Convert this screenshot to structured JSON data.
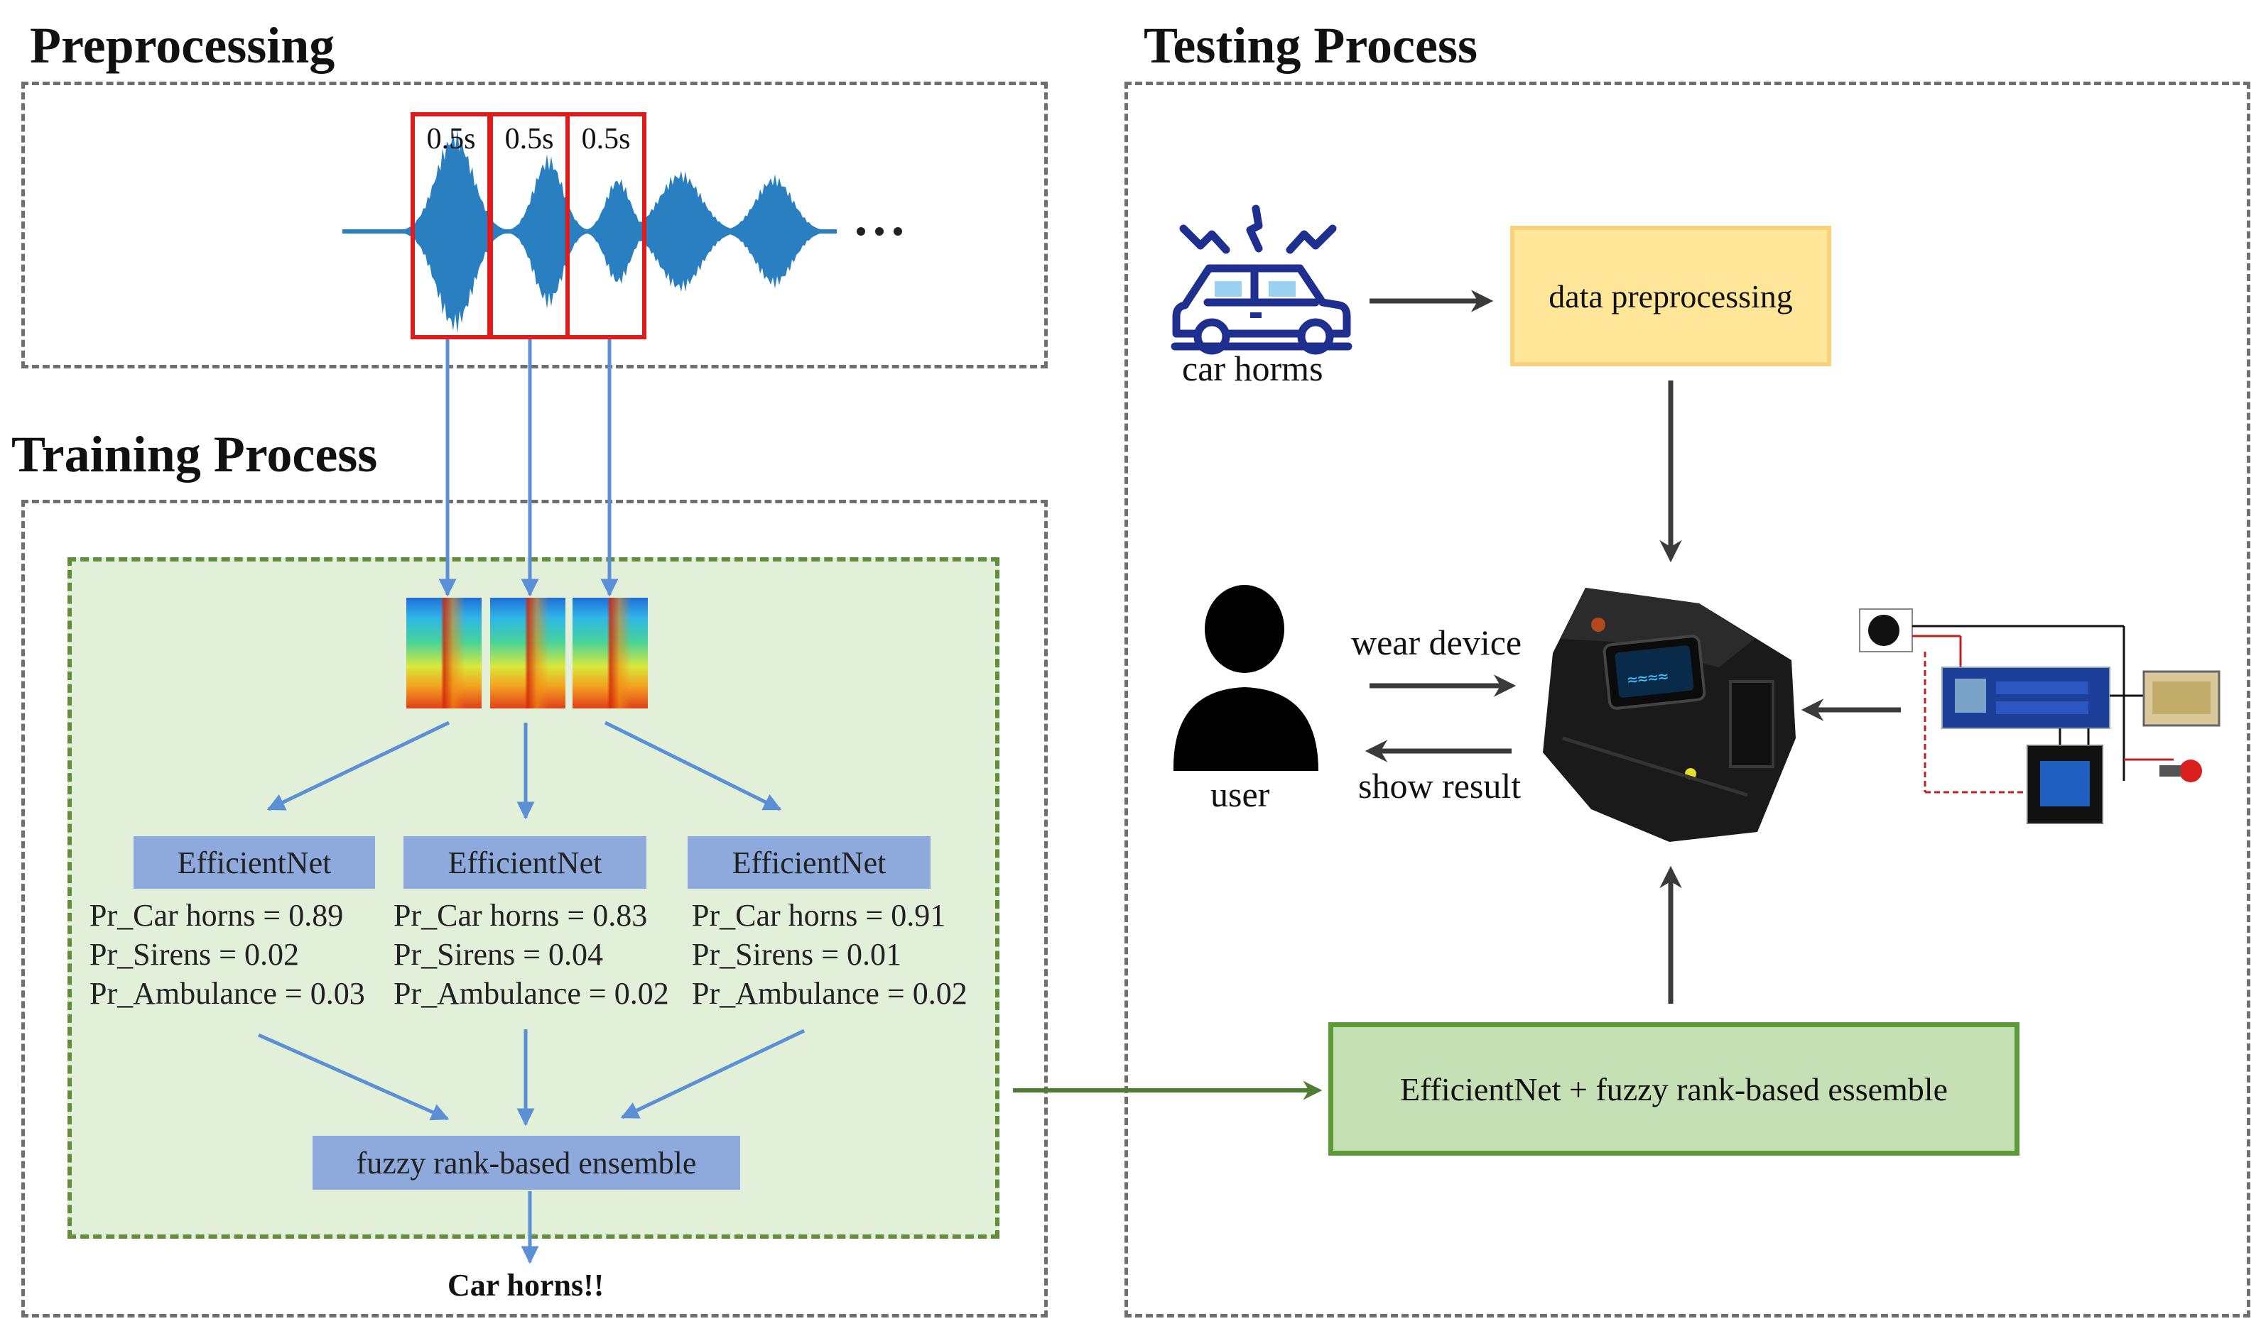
{
  "titles": {
    "preprocessing": "Preprocessing",
    "training": "Training Process",
    "testing": "Testing Process"
  },
  "preprocessing": {
    "segments": [
      "0.5s",
      "0.5s",
      "0.5s"
    ],
    "ellipsis": "..."
  },
  "training": {
    "models": [
      {
        "label": "EfficientNet",
        "probs": [
          "Pr_Car horns = 0.89",
          "Pr_Sirens = 0.02",
          "Pr_Ambulance = 0.03"
        ]
      },
      {
        "label": "EfficientNet",
        "probs": [
          "Pr_Car horns = 0.83",
          "Pr_Sirens = 0.04",
          "Pr_Ambulance = 0.02"
        ]
      },
      {
        "label": "EfficientNet",
        "probs": [
          "Pr_Car horns = 0.91",
          "Pr_Sirens = 0.01",
          "Pr_Ambulance = 0.02"
        ]
      }
    ],
    "ensemble_label": "fuzzy rank-based ensemble",
    "result": "Car horns!!"
  },
  "testing": {
    "car_label": "car horms",
    "data_preprocessing": "data preprocessing",
    "user_label": "user",
    "wear_device": "wear device",
    "show_result": "show result",
    "ensemble_box": "EfficientNet + fuzzy rank-based essemble"
  },
  "colors": {
    "blue_arrow": "#5b8fd6",
    "waveform": "#2a7fc0",
    "segment_box": "#e01b1b",
    "effnet_fill": "#8ea9db",
    "green_area": "#e2efd9",
    "green_border": "#5f8f3a",
    "yellow_box": "#ffe699",
    "ensemble_fill": "#c5e0b4",
    "dark_arrow": "#3a3a3a",
    "car_icon": "#1f2f8f"
  }
}
